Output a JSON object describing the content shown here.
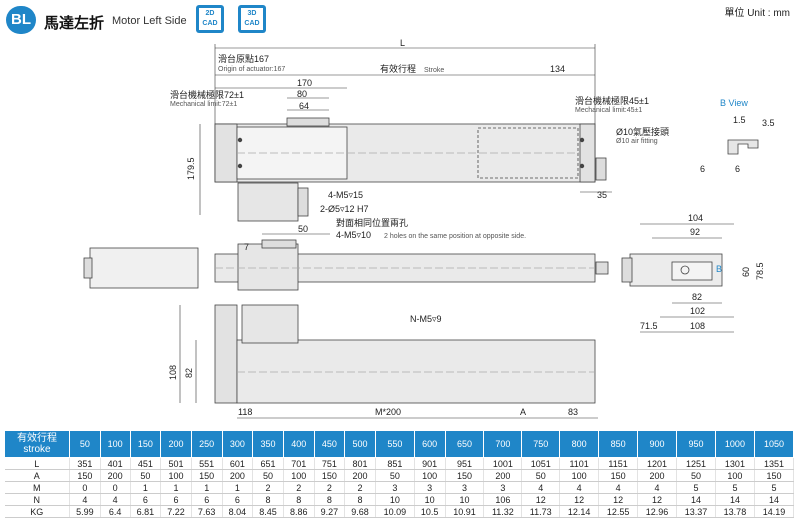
{
  "header": {
    "badge": "BL",
    "title": "馬達左折",
    "subtitle": "Motor Left Side",
    "cad_2d": [
      "2D",
      "CAD"
    ],
    "cad_3d": [
      "3D",
      "CAD"
    ],
    "unit": "單位 Unit : mm"
  },
  "drawing": {
    "L": "L",
    "origin_cn": "滑台原點167",
    "origin_en": "Origin of actuator:167",
    "stroke_cn": "有效行程",
    "stroke_en": "Stroke",
    "d170": "170",
    "d80": "80",
    "d64": "64",
    "d134": "134",
    "mech_left_cn": "滑台機械極限72±1",
    "mech_left_en": "Mechanical limit:72±1",
    "mech_right_cn": "滑台機械極限45±1",
    "mech_right_en": "Mechanical limit:45±1",
    "air_cn": "Ø10氣壓接頭",
    "air_en": "Ø10 air fitting",
    "d179_5": "179.5",
    "m5_15": "4-M5▿15",
    "hole_12": "2-Ø5▿12 H7",
    "d35": "35",
    "d7": "7",
    "d50": "50",
    "m5_10": "4-M5▿10",
    "opposite_cn": "對面相同位置兩孔",
    "opposite_en": "2 holes on the same position at opposite side.",
    "nm5_9": "N-M5▿9",
    "d108": "108",
    "d82": "82",
    "d118": "118",
    "m200": "M*200",
    "dA": "A",
    "d83": "83",
    "bview": "B View",
    "b15": "1.5",
    "b35": "3.5",
    "b6a": "6",
    "b6b": "6",
    "e104": "104",
    "e92": "92",
    "eB": "B",
    "e60": "60",
    "e785": "78.5",
    "e82": "82",
    "e102": "102",
    "e108": "108",
    "e715": "71.5"
  },
  "spec_table": {
    "head_cn": "有效行程",
    "head_en": "stroke",
    "strokes": [
      "50",
      "100",
      "150",
      "200",
      "250",
      "300",
      "350",
      "400",
      "450",
      "500",
      "550",
      "600",
      "650",
      "700",
      "750",
      "800",
      "850",
      "900",
      "950",
      "1000",
      "1050"
    ],
    "rows": [
      {
        "label": "L",
        "values": [
          "351",
          "401",
          "451",
          "501",
          "551",
          "601",
          "651",
          "701",
          "751",
          "801",
          "851",
          "901",
          "951",
          "1001",
          "1051",
          "1101",
          "1151",
          "1201",
          "1251",
          "1301",
          "1351"
        ]
      },
      {
        "label": "A",
        "values": [
          "150",
          "200",
          "50",
          "100",
          "150",
          "200",
          "50",
          "100",
          "150",
          "200",
          "50",
          "100",
          "150",
          "200",
          "50",
          "100",
          "150",
          "200",
          "50",
          "100",
          "150"
        ]
      },
      {
        "label": "M",
        "values": [
          "0",
          "0",
          "1",
          "1",
          "1",
          "1",
          "2",
          "2",
          "2",
          "2",
          "3",
          "3",
          "3",
          "3",
          "4",
          "4",
          "4",
          "4",
          "5",
          "5",
          "5"
        ]
      },
      {
        "label": "N",
        "values": [
          "4",
          "4",
          "6",
          "6",
          "6",
          "6",
          "8",
          "8",
          "8",
          "8",
          "10",
          "10",
          "10",
          "106",
          "12",
          "12",
          "12",
          "12",
          "14",
          "14",
          "14"
        ]
      },
      {
        "label": "KG",
        "values": [
          "5.99",
          "6.4",
          "6.81",
          "7.22",
          "7.63",
          "8.04",
          "8.45",
          "8.86",
          "9.27",
          "9.68",
          "10.09",
          "10.5",
          "10.91",
          "11.32",
          "11.73",
          "12.14",
          "12.55",
          "12.96",
          "13.37",
          "13.78",
          "14.19"
        ]
      }
    ]
  }
}
